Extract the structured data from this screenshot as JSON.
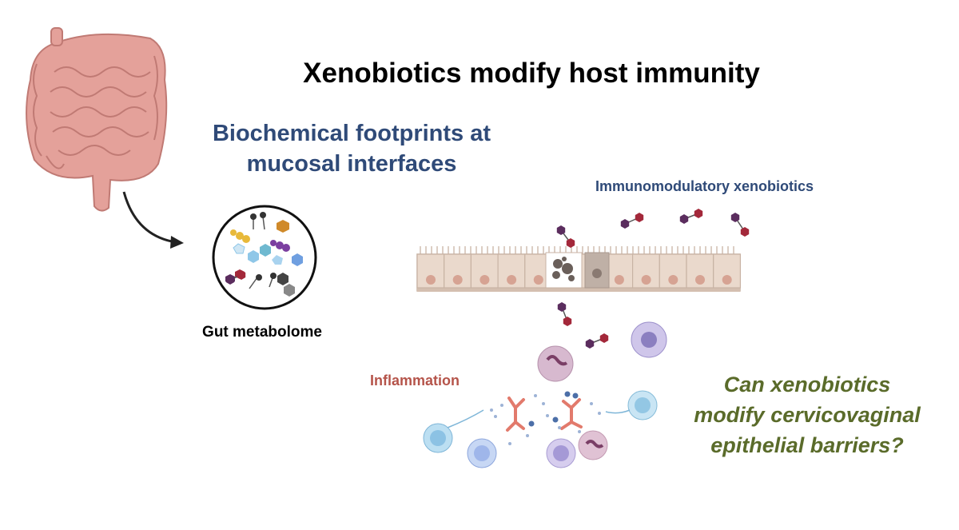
{
  "title": "Xenobiotics modify host immunity",
  "subtitle": {
    "line1": "Biochemical footprints at",
    "line2": "mucosal interfaces"
  },
  "labels": {
    "gut_metabolome": "Gut metabolome",
    "immunomodulatory": "Immunomodulatory xenobiotics",
    "inflammation": "Inflammation"
  },
  "question": {
    "line1": "Can xenobiotics",
    "line2": "modify cervicovaginal",
    "line3": "epithelial barriers?"
  },
  "colors": {
    "subtitle": "#2f4a78",
    "immunomodulatory": "#2f4a78",
    "inflammation": "#b5544a",
    "question": "#5a6b2a",
    "intestine": "#e4a19a",
    "intestine_outline": "#c07a74",
    "epithelium": "#ead9cc",
    "epithelium_nucleus": "#d6a393",
    "xenobiotic_dark": "#5b2d5e",
    "xenobiotic_red": "#a3283a"
  },
  "icons": [
    "intestine-icon",
    "metabolome-circle-icon",
    "arrow-icon",
    "epithelium-icon",
    "xenobiotic-molecule-icon",
    "immune-cell-icon",
    "neutrophil-net-icon"
  ]
}
